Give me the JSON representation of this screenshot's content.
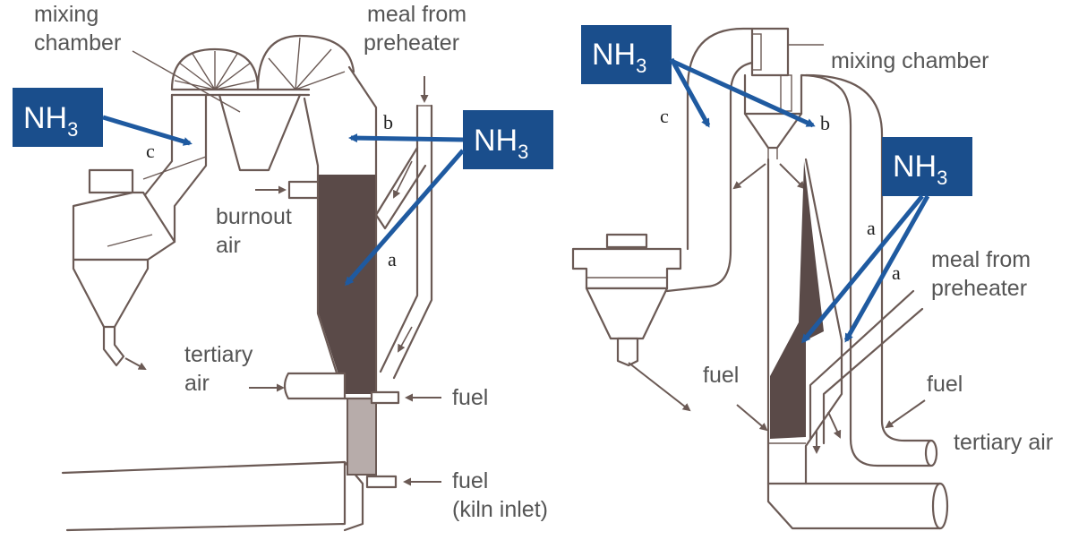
{
  "colors": {
    "ammonia_box": "#1a4e8c",
    "arrow_blue": "#1f5aa0",
    "flame_dark": "#5a4a48",
    "flame_light": "#b7acaa",
    "outline": "#6b5a55",
    "label_gray": "#555555"
  },
  "left": {
    "mixing_chamber_1": "mixing",
    "mixing_chamber_2": "chamber",
    "meal_1": "meal from",
    "meal_2": "preheater",
    "burnout_1": "burnout",
    "burnout_2": "air",
    "tertiary_1": "tertiary",
    "tertiary_2": "air",
    "fuel": "fuel",
    "fuel_kiln_1": "fuel",
    "fuel_kiln_2": "(kiln inlet)",
    "letter_a": "a",
    "letter_b": "b",
    "letter_c": "c",
    "nh3_box_1": {
      "main": "NH",
      "sub": "3"
    },
    "nh3_box_2": {
      "main": "NH",
      "sub": "3"
    }
  },
  "right": {
    "mixing_chamber": "mixing chamber",
    "meal_1": "meal from",
    "meal_2": "preheater",
    "fuel_left": "fuel",
    "fuel_right": "fuel",
    "tertiary": "tertiary air",
    "letter_a1": "a",
    "letter_a2": "a",
    "letter_b": "b",
    "letter_c": "c",
    "nh3_box_1": {
      "main": "NH",
      "sub": "3"
    },
    "nh3_box_2": {
      "main": "NH",
      "sub": "3"
    }
  }
}
